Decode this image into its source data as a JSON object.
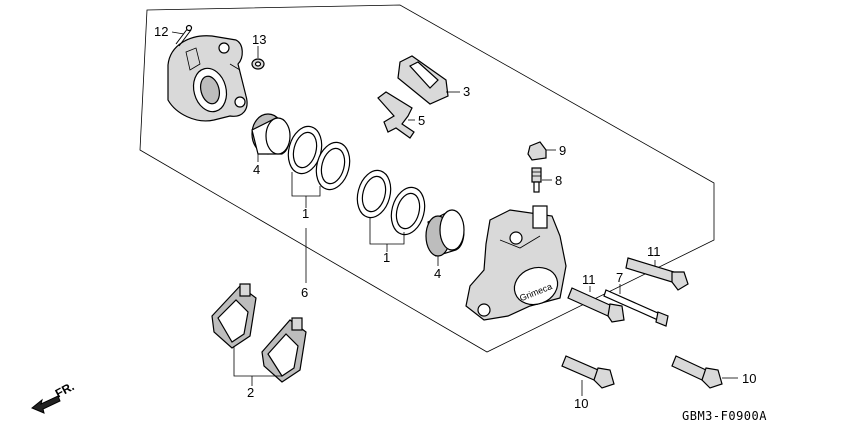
{
  "diagram": {
    "callouts": {
      "c12": "12",
      "c13": "13",
      "c3": "3",
      "c5": "5",
      "c4a": "4",
      "c1a": "1",
      "c9": "9",
      "c8": "8",
      "c1b": "1",
      "c4b": "4",
      "c6": "6",
      "c11a": "11",
      "c11b": "11",
      "c7": "7",
      "c2": "2",
      "c10a": "10",
      "c10b": "10"
    },
    "direction_label": "FR.",
    "drawing_code": "GBM3-F0900A",
    "caliper_marking": "Grimeca"
  }
}
